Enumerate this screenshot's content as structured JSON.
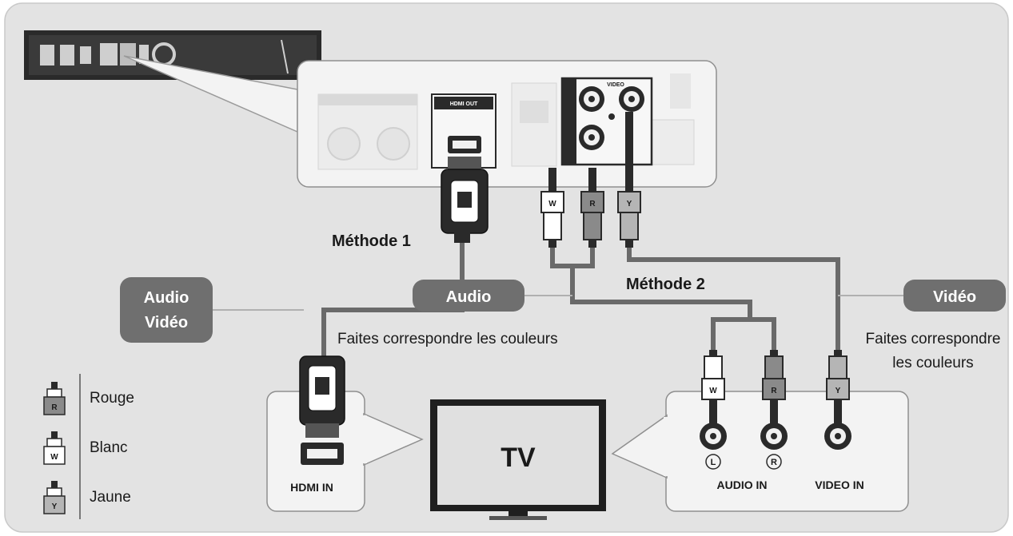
{
  "labels": {
    "method1": "Méthode 1",
    "method2": "Méthode 2",
    "audio_video_line1": "Audio",
    "audio_video_line2": "Vidéo",
    "audio_pill": "Audio",
    "video_pill": "Vidéo",
    "match_colors_audio": "Faites correspondre les couleurs",
    "match_colors_video_line1": "Faites correspondre",
    "match_colors_video_line2": "les couleurs",
    "tv": "TV",
    "hdmi_in": "HDMI IN",
    "audio_in": "AUDIO IN",
    "video_in": "VIDEO IN",
    "hdmi_out": "HDMI OUT",
    "video_port": "VIDEO",
    "audio_left": "L",
    "audio_right": "R"
  },
  "plug_letters": {
    "white": "W",
    "red": "R",
    "yellow": "Y"
  },
  "legend": [
    {
      "letter": "R",
      "name": "Rouge",
      "shade": "#8a8a8a"
    },
    {
      "letter": "W",
      "name": "Blanc",
      "shade": "#ffffff"
    },
    {
      "letter": "Y",
      "name": "Jaune",
      "shade": "#b5b5b5"
    }
  ],
  "colors": {
    "background": "#e3e3e3",
    "panel": "#f3f3f3",
    "pill": "#6f6f6f",
    "cable": "#6a6a6a",
    "dark": "#1f1f1f"
  }
}
